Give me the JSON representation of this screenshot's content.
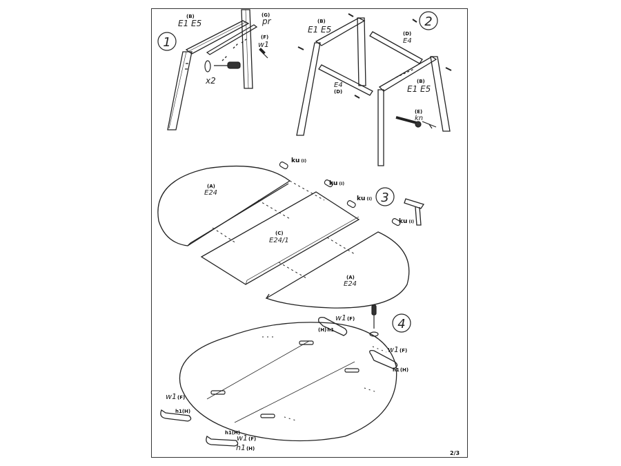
{
  "steps": [
    {
      "number": "1"
    },
    {
      "number": "2"
    },
    {
      "number": "3"
    },
    {
      "number": "4"
    }
  ],
  "step1": {
    "leg_part": "(B)",
    "leg_code": "E1 E5",
    "rail_part": "(G)",
    "rail_code": "pr",
    "screw_part": "(F)",
    "screw_code": "w1",
    "multiplier": "x2"
  },
  "step2": {
    "leg_left_part": "(B)",
    "leg_left_code": "E1 E5",
    "beam_top_part": "(D)",
    "beam_top_code": "E4",
    "beam_front_code": "E4",
    "beam_front_part": "(D)",
    "leg_right_part": "(B)",
    "leg_right_code": "E1 E5",
    "bolt_part": "(E)",
    "bolt_code": "kn"
  },
  "step3": {
    "dowel_label": "ku",
    "dowel_part": "(I)",
    "leaf_left_part": "(A)",
    "leaf_left_code": "E24",
    "leaf_mid_part": "(C)",
    "leaf_mid_code": "E24/1",
    "leaf_right_part": "(A)",
    "leaf_right_code": "E24"
  },
  "step4": {
    "screw_code": "w1",
    "screw_part": "(F)",
    "hinge_code": "h1",
    "hinge_part": "(H)"
  },
  "page_number": "2/3"
}
